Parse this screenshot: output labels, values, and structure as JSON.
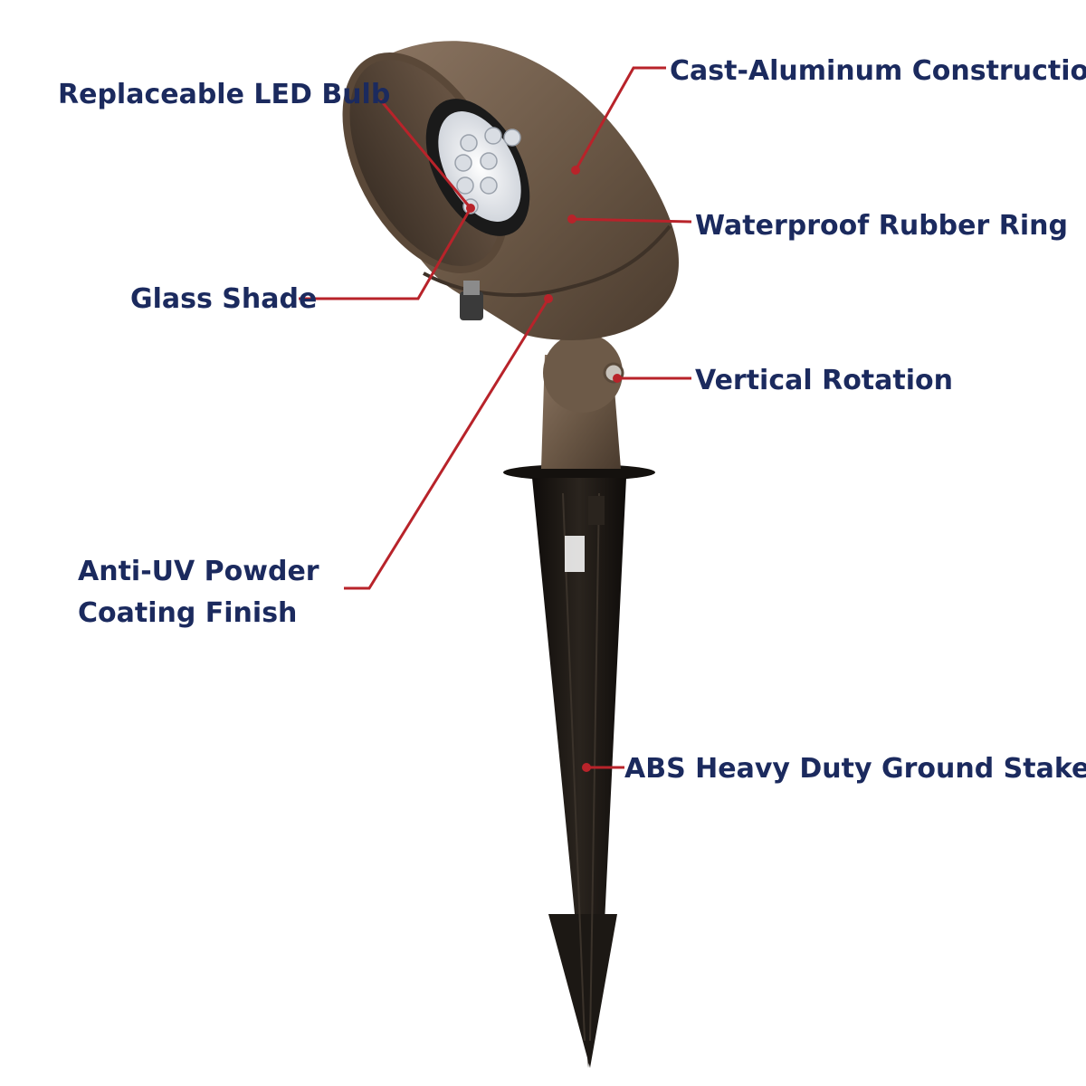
{
  "colors": {
    "label_text": "#1b2a5e",
    "leader_line": "#b8232a",
    "housing": "#6b5846",
    "housing_dark": "#4e3f32",
    "stake": "#1a1612"
  },
  "callouts": [
    {
      "id": "replaceable-led-bulb",
      "text": "Replaceable LED Bulb"
    },
    {
      "id": "cast-aluminum-construction",
      "text": "Cast-Aluminum Construction"
    },
    {
      "id": "waterproof-rubber-ring",
      "text": "Waterproof Rubber Ring"
    },
    {
      "id": "glass-shade",
      "text": "Glass Shade"
    },
    {
      "id": "vertical-rotation",
      "text": "Vertical Rotation"
    },
    {
      "id": "anti-uv-powder-coating-line1",
      "text": "Anti-UV Powder"
    },
    {
      "id": "anti-uv-powder-coating-line2",
      "text": "Coating Finish"
    },
    {
      "id": "abs-heavy-duty-ground-stake",
      "text": "ABS Heavy Duty Ground Stake"
    }
  ]
}
